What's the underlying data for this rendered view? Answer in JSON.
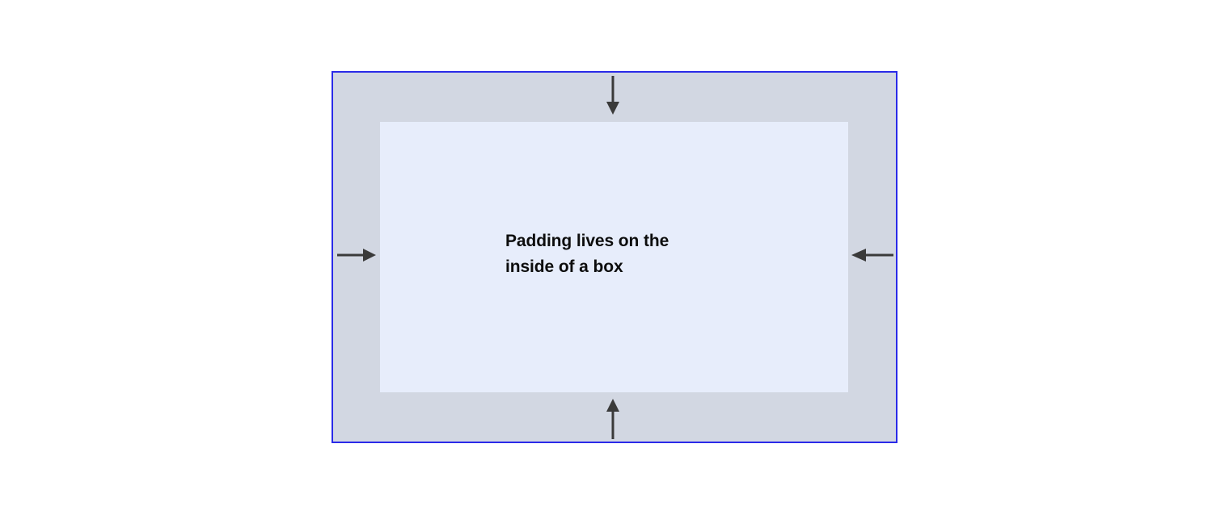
{
  "diagram": {
    "title": "CSS padding box model illustration",
    "element_box": {
      "name": "element-box",
      "background_color": "#d2d7e2",
      "border_color": "#2a2ae8",
      "border_width": "2px"
    },
    "content_box": {
      "name": "content-box",
      "background_color": "#e7edfb",
      "label": "Padding lives on the\ninside of a box"
    },
    "arrows": [
      {
        "name": "padding-arrow-top",
        "direction": "down",
        "icon": "arrow-down-icon",
        "color": "#3a3a3a"
      },
      {
        "name": "padding-arrow-right",
        "direction": "left",
        "icon": "arrow-left-icon",
        "color": "#3a3a3a"
      },
      {
        "name": "padding-arrow-bottom",
        "direction": "up",
        "icon": "arrow-up-icon",
        "color": "#3a3a3a"
      },
      {
        "name": "padding-arrow-left",
        "direction": "right",
        "icon": "arrow-right-icon",
        "color": "#3a3a3a"
      }
    ],
    "canvas_background": "#ffffff"
  }
}
